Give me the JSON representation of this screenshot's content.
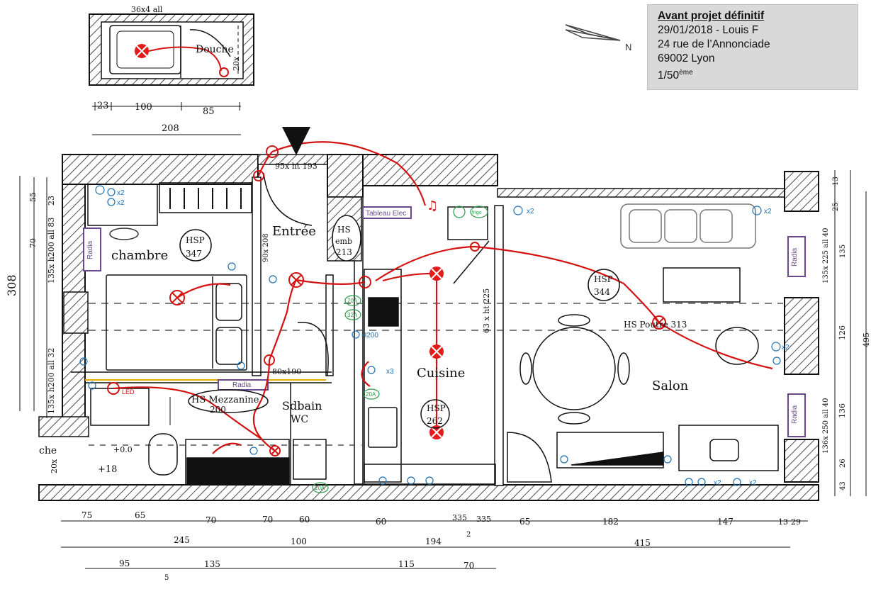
{
  "title_block": {
    "heading": "Avant projet définitif",
    "date_author": "29/01/2018 - Louis F",
    "address": "24 rue de l’Annonciade",
    "city": "69002 Lyon",
    "scale": "1/50",
    "scale_sup": "ème"
  },
  "compass": {
    "label": "N"
  },
  "bathroom_detail": {
    "top_label": "36x4 all",
    "room": "Douche",
    "dim_side": "20x",
    "dims": [
      "23",
      "100",
      "85"
    ],
    "total": "208"
  },
  "rooms": {
    "chambre": {
      "name": "chambre",
      "hsp_label": "HSP",
      "hsp": "347"
    },
    "entree": {
      "name": "Entrée",
      "door": "95x ht 193",
      "hs_emb": [
        "HS",
        "emb",
        "213"
      ]
    },
    "salon": {
      "name": "Salon",
      "hsp_label": "HSP",
      "hsp": "344",
      "hs_poutre": "HS Poutre 313"
    },
    "cuisine": {
      "name": "Cuisine",
      "hsp_label": "HSP",
      "hsp": "262"
    },
    "sdb": {
      "name": "Sdbain",
      "sub": "WC"
    },
    "mezzanine": {
      "label": "HS Mezzanine",
      "value": "200"
    },
    "shower_small": {
      "name": "che",
      "dim": "20x",
      "dim2": "+0.0",
      "dim3": "+18"
    }
  },
  "labels": {
    "tableau": "Tableau Elec",
    "frigo": "frigo",
    "radia": "Radia",
    "bed": "80x190",
    "window_cuisine": "63 x ht 225",
    "h200": "H200",
    "amp20": "20A",
    "amp32": "32A",
    "x2": "x2",
    "x3": "x3",
    "door_chambre": "90x 208",
    "led": "LED"
  },
  "left_dims": {
    "total": "308",
    "d1": "55",
    "d2": "70",
    "d3": "135x h200 all 83",
    "d4": "135x h200 all 32",
    "top_mark": "23"
  },
  "right_dims": {
    "d1": "13",
    "d2": "25",
    "d3": "135x 225 all 40",
    "d4": "135",
    "d5": "126",
    "d6": "136x 250 all 40",
    "d7": "136",
    "d8": "26",
    "d9": "43",
    "total": "495"
  },
  "bottom_dims": {
    "row1": [
      "75",
      "65",
      "70",
      "70",
      "60",
      "60",
      "335",
      "335",
      "65",
      "182",
      "147",
      "13",
      "29"
    ],
    "row1_small": "2",
    "row2": [
      "245",
      "100",
      "194",
      "415"
    ],
    "row3": [
      "95",
      "135",
      "115",
      "70"
    ],
    "row3_small": "5"
  }
}
